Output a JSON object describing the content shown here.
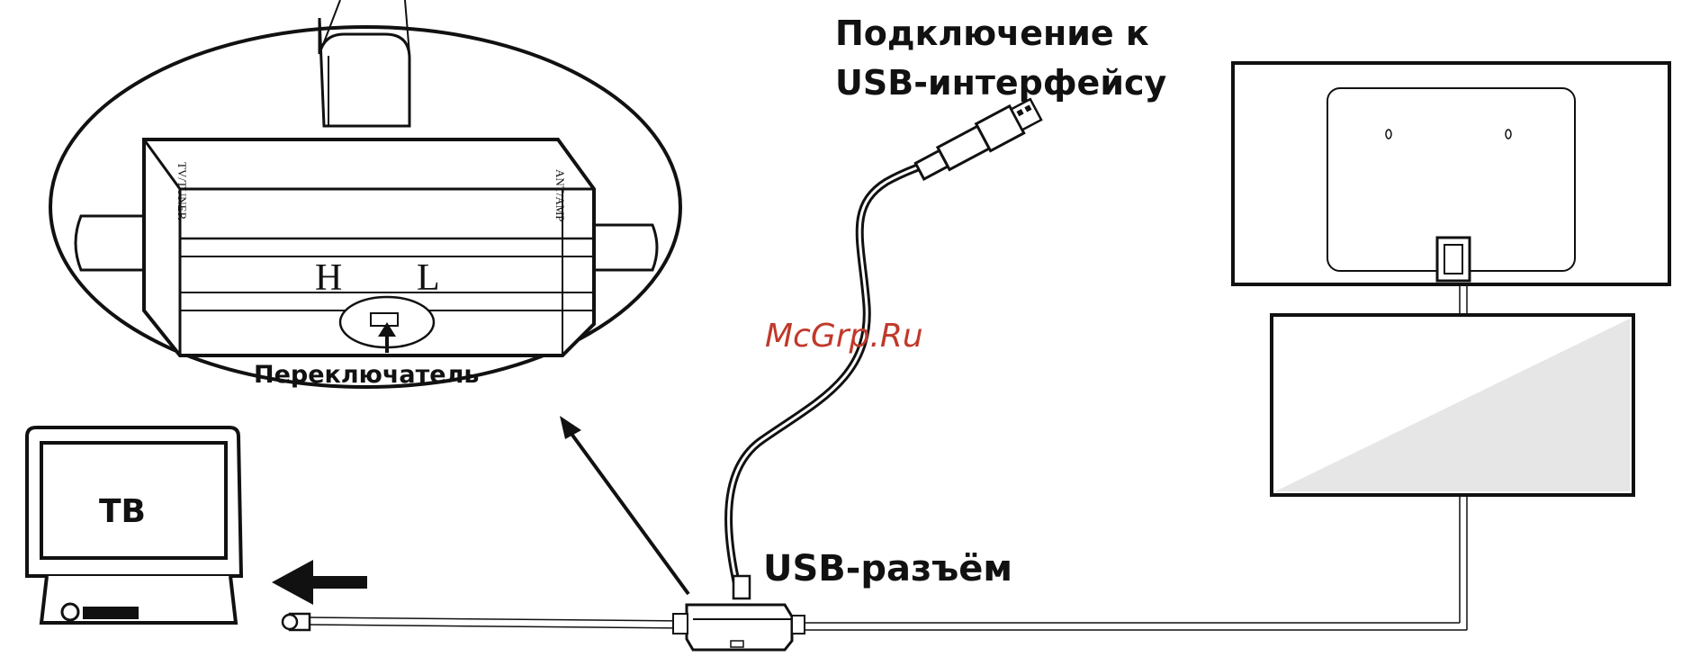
{
  "labels": {
    "usb_connection_line1": "Подключение к",
    "usb_connection_line2": "USB-интерфейсу",
    "usb_connector": "USB-разъём",
    "switch": "Переключатель",
    "tv": "ТВ",
    "switch_high": "H",
    "switch_low": "L",
    "box_left_text": "TV/TUNER",
    "box_right_text": "ANT/AMP",
    "watermark": "McGrp.Ru"
  },
  "colors": {
    "line": "#111111",
    "watermark": "#c0392b",
    "panel_shade": "#e6e6e6"
  }
}
